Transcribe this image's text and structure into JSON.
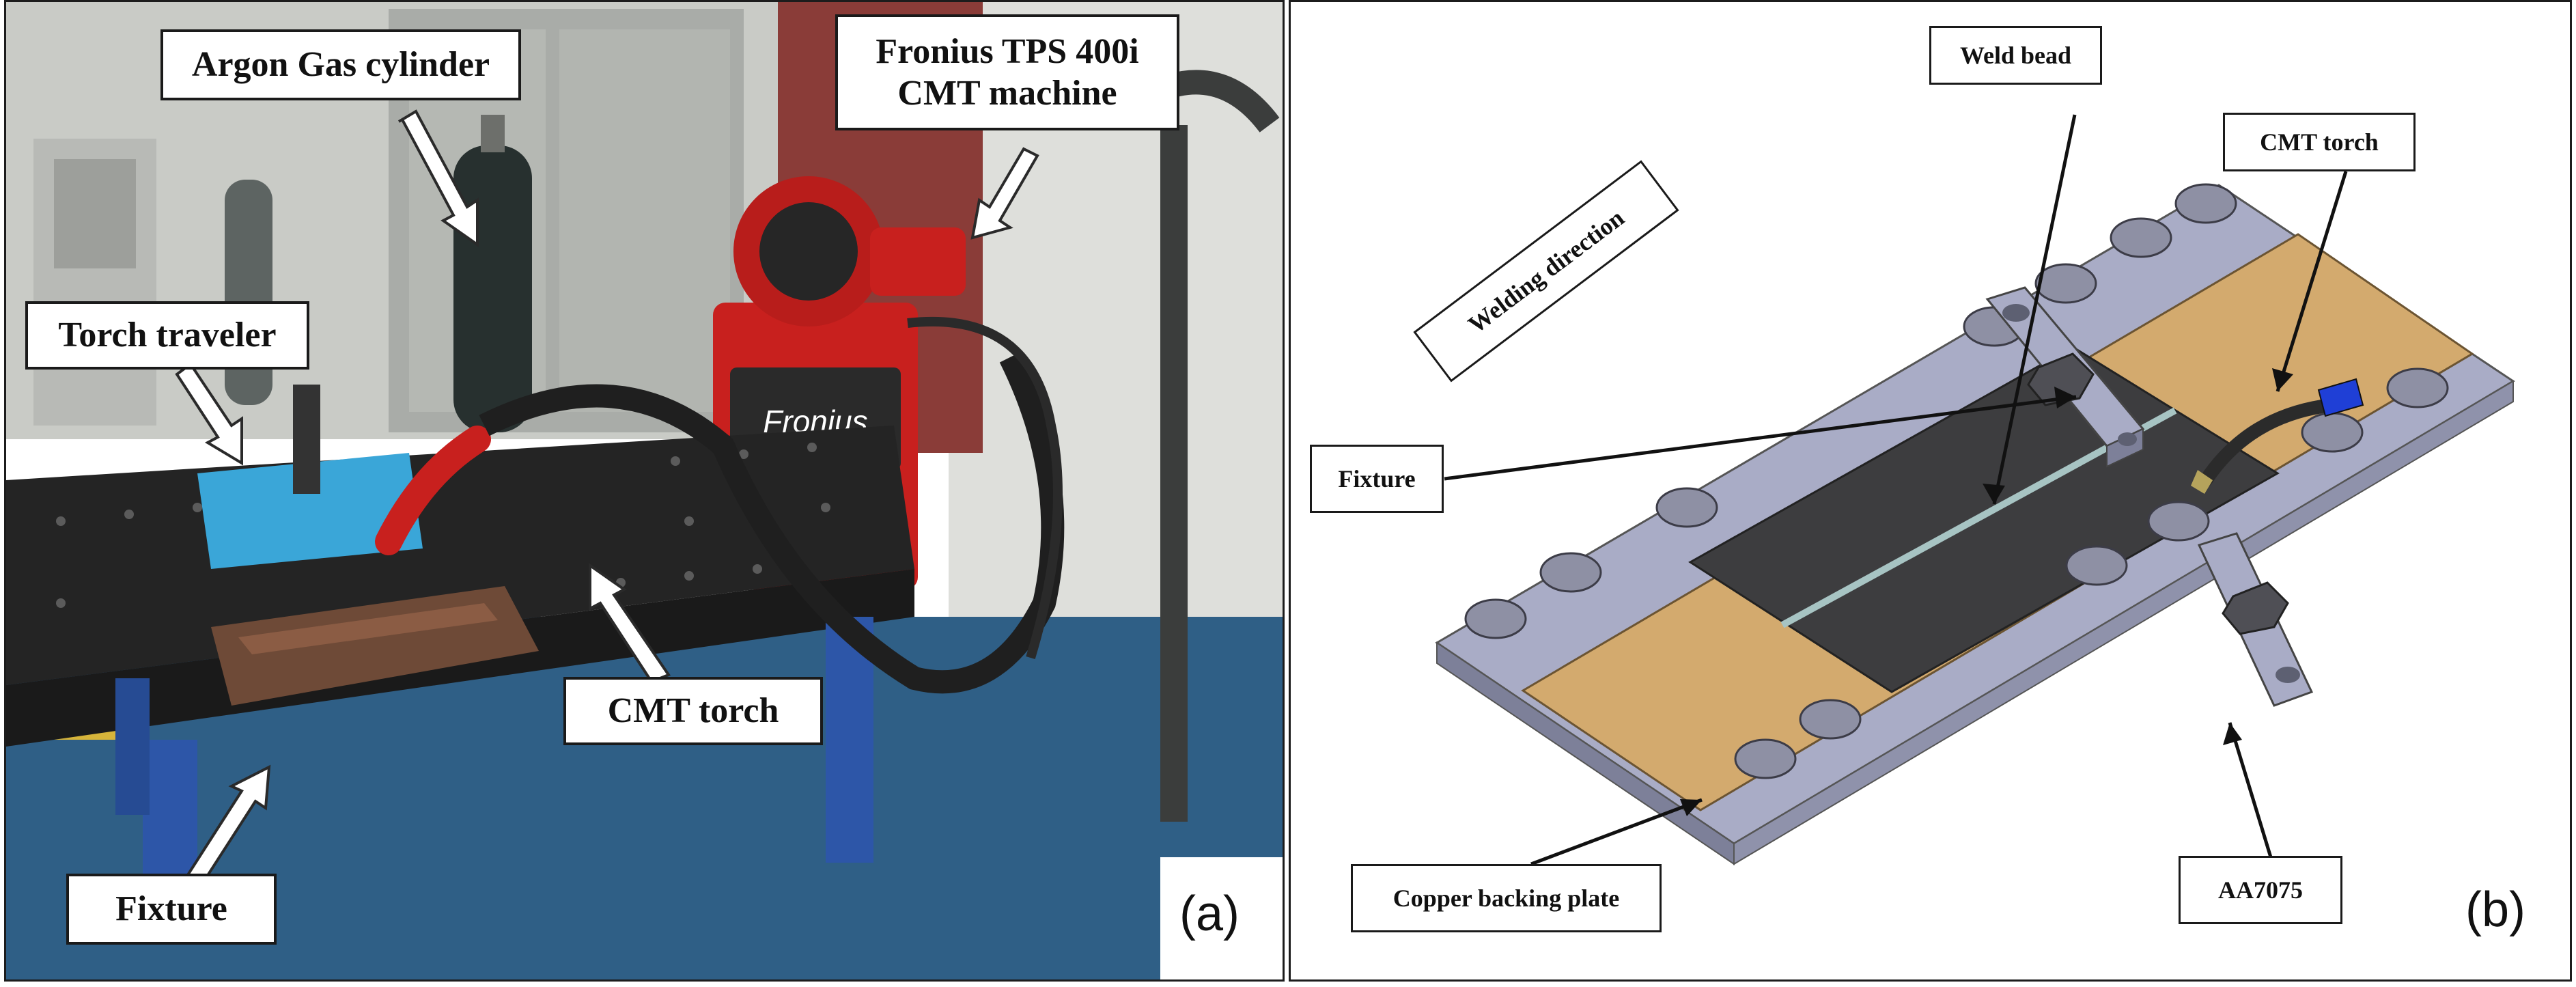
{
  "panel_a": {
    "letter": "(a)",
    "callouts": {
      "argon": "Argon Gas cylinder",
      "fronius_line1": "Fronius TPS 400i",
      "fronius_line2": "CMT machine",
      "torch_traveler": "Torch traveler",
      "cmt_torch": "CMT torch",
      "fixture": "Fixture"
    },
    "machine_brand": "Fronius"
  },
  "panel_b": {
    "letter": "(b)",
    "callouts": {
      "weld_bead": "Weld bead",
      "cmt_torch": "CMT torch",
      "welding_direction": "Welding direction",
      "fixture": "Fixture",
      "copper_backing_plate": "Copper backing plate",
      "aa7075": "AA7075"
    }
  },
  "colors": {
    "fixture_steel": "#a9acc6",
    "copper_plate": "#d3aa6e",
    "aa7075_plate": "#3d3d3f",
    "torch_tip": "#1f3fd6",
    "fronius_red": "#c8201e",
    "traveler_blue": "#3aa6d8",
    "table_legs": "#2d56a8"
  }
}
